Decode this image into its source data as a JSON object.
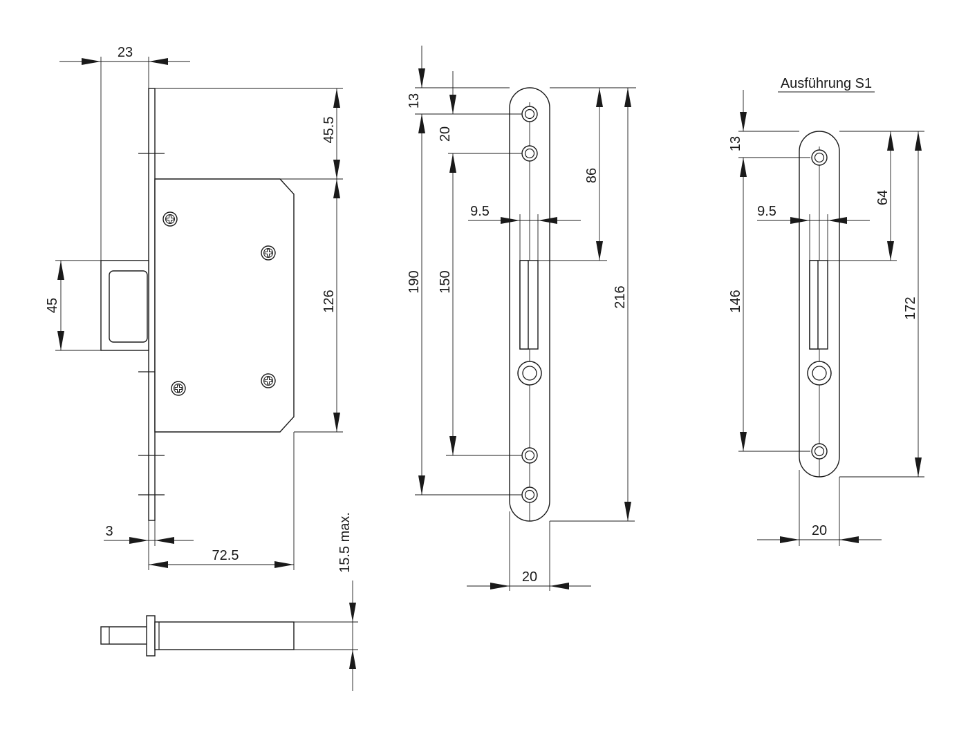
{
  "title_variant": "Ausführung S1",
  "lock_body": {
    "dim_backset": "23",
    "dim_top": "45.5",
    "dim_body_height": "126",
    "dim_latch": "45",
    "dim_plate_thickness": "3",
    "dim_body_depth": "72.5",
    "dim_max_thickness": "15.5 max."
  },
  "striker_plate": {
    "dim_13": "13",
    "dim_20_top": "20",
    "dim_86": "86",
    "dim_9_5": "9.5",
    "dim_190": "190",
    "dim_150": "150",
    "dim_216": "216",
    "dim_width": "20"
  },
  "variant_s1": {
    "dim_13": "13",
    "dim_64": "64",
    "dim_9_5": "9.5",
    "dim_146": "146",
    "dim_172": "172",
    "dim_width": "20"
  }
}
